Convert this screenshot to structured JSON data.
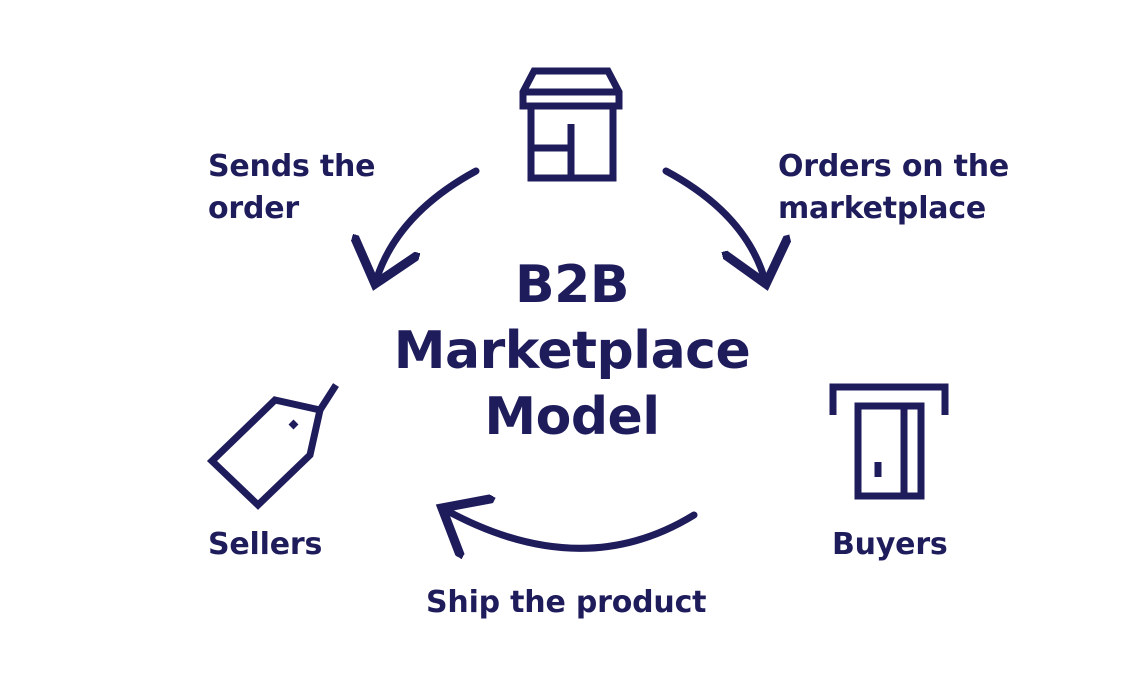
{
  "title": {
    "line1": "B2B",
    "line2": "Marketplace",
    "line3": "Model"
  },
  "labels": {
    "sends_line1": "Sends the",
    "sends_line2": "order",
    "orders_line1": "Orders on the",
    "orders_line2": "marketplace",
    "sellers": "Sellers",
    "buyers": "Buyers",
    "ship": "Ship the product"
  },
  "icons": {
    "top": "storefront-icon",
    "left": "price-tag-icon",
    "right": "card-terminal-icon"
  },
  "colors": {
    "primary": "#1f1c5c",
    "background": "#ffffff"
  }
}
